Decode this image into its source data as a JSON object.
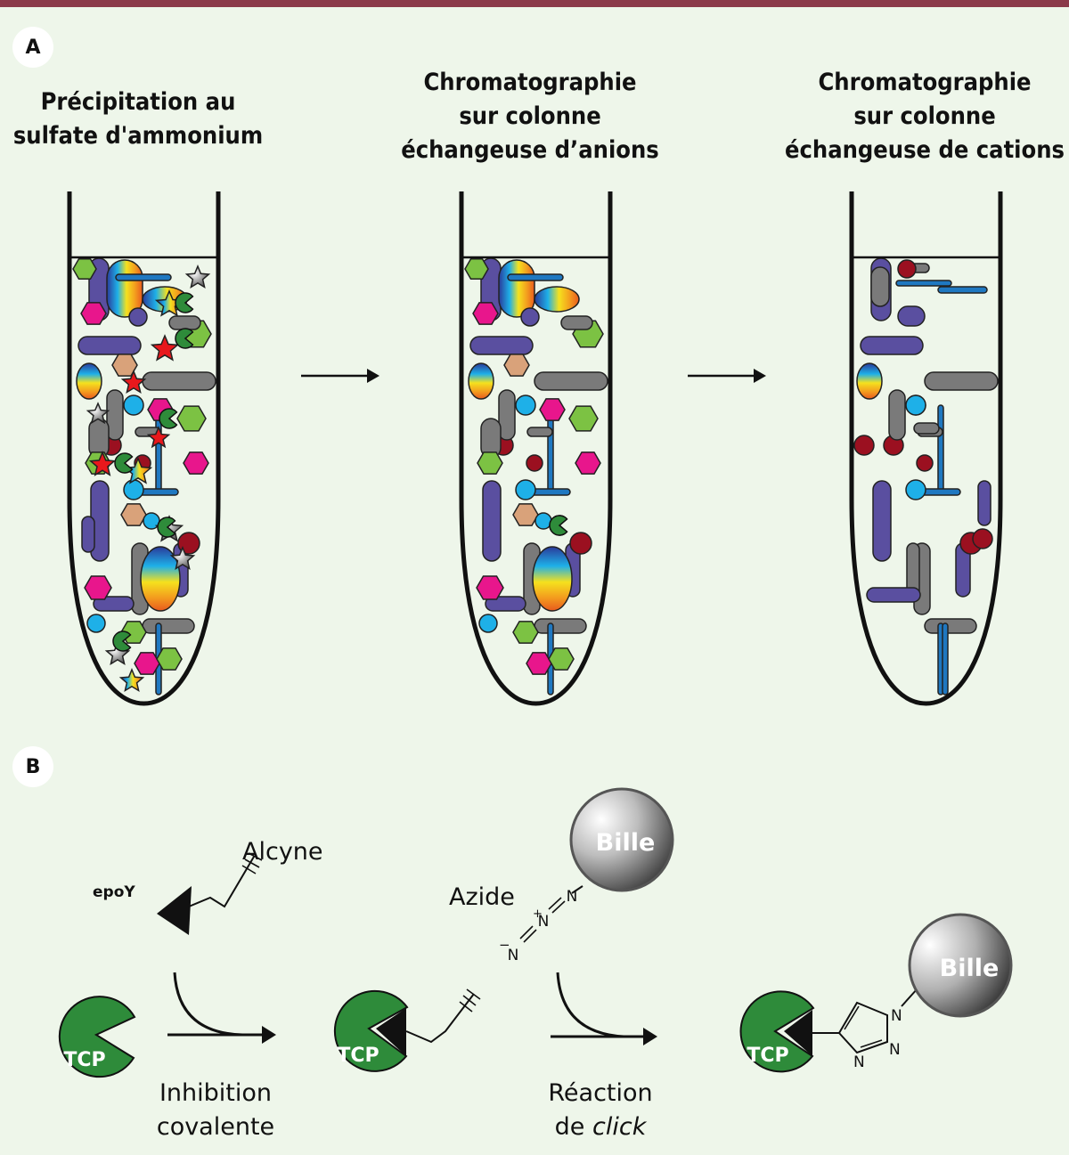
{
  "panel_a": {
    "badge": "A",
    "steps": [
      {
        "title": "Précipitation au\nsulfate d'ammonium"
      },
      {
        "title": "Chromatographie\nsur colonne\néchangeuse d’anions"
      },
      {
        "title": "Chromatographie\nsur colonne\néchangeuse de cations"
      }
    ]
  },
  "panel_b": {
    "badge": "B",
    "labels": {
      "epoy": "epoY",
      "alcyne": "Alcyne",
      "azide": "Azide",
      "bille": "Bille",
      "tcp": "TCP",
      "n": "N",
      "minus": "−",
      "plus": "+",
      "inhibition_line1": "Inhibition",
      "inhibition_line2": "covalente",
      "reaction_line1": "Réaction",
      "reaction_line2_pre": "de ",
      "reaction_line2_em": "click"
    }
  },
  "colors": {
    "background": "#eef6ea",
    "top_bar": "#8b3a4a",
    "tcp_green": "#2e8b3a",
    "protein_purple": "#5a4fa0",
    "protein_gray": "#7a7a7a",
    "protein_blue": "#1f78c1",
    "protein_magenta": "#e8168c",
    "protein_dark_red": "#9b1020",
    "protein_cyan": "#1eb0e8",
    "protein_tan": "#d9a27a",
    "protein_lime": "#7cc243",
    "star_red": "#e8181c"
  }
}
